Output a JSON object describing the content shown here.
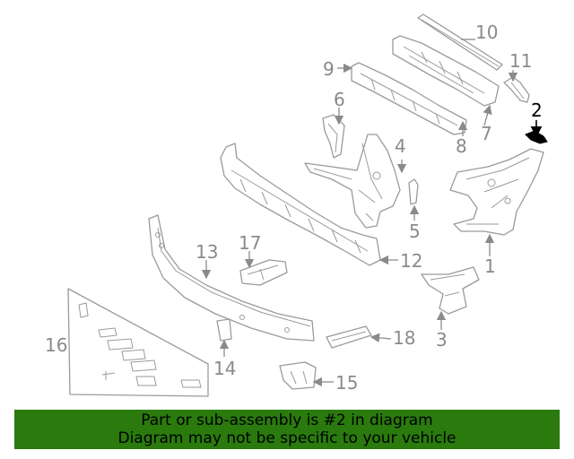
{
  "highlighted_part": "2",
  "callouts": {
    "c1": "1",
    "c2": "2",
    "c3": "3",
    "c4": "4",
    "c5": "5",
    "c6": "6",
    "c7": "7",
    "c8": "8",
    "c9": "9",
    "c10": "10",
    "c11": "11",
    "c12": "12",
    "c13": "13",
    "c14": "14",
    "c15": "15",
    "c16": "16",
    "c17": "17",
    "c18": "18"
  },
  "banner": {
    "line1": "Part or sub-assembly is #2 in diagram",
    "line2": "Diagram may not be specific to your vehicle"
  },
  "colors": {
    "banner_bg": "#2a7a0e",
    "callout_text": "#8a8a8a",
    "highlight": "#000000"
  }
}
